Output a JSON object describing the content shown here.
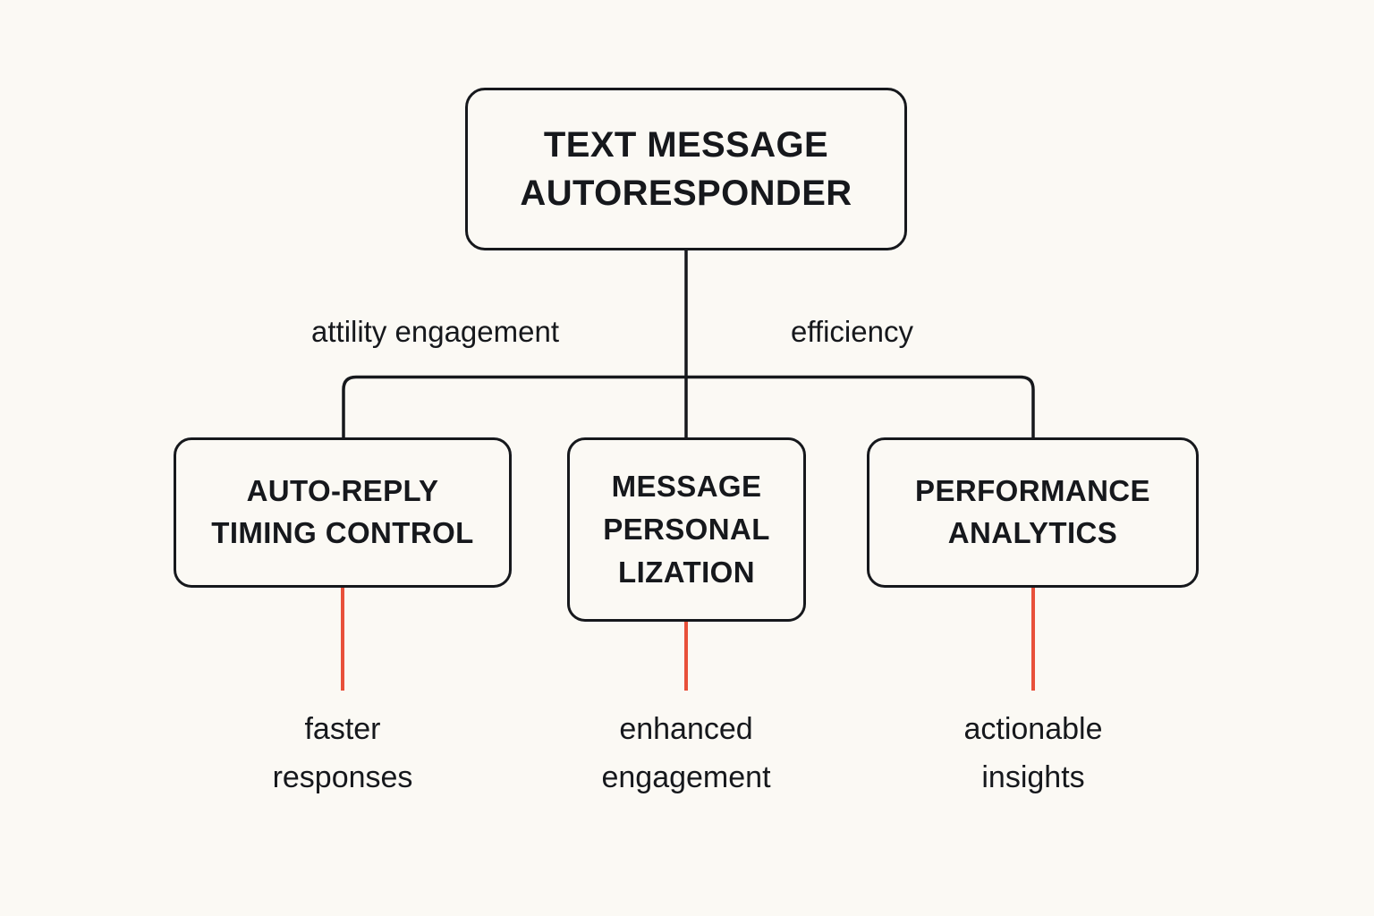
{
  "diagram": {
    "title": "Text Message Autoresponder mind map",
    "background_color": "#FBF9F4",
    "stroke_color": "#16181C",
    "accent_color": "#E8503A",
    "root": {
      "id": "root",
      "line1": "TEXT MESSAGE",
      "line2": "AUTORESPONDER"
    },
    "edge_labels": [
      {
        "id": "left",
        "text": "attility engagement"
      },
      {
        "id": "right",
        "text": "efficiency"
      }
    ],
    "branches": [
      {
        "id": "auto-reply-timing-control",
        "line1": "AUTO-REPLY",
        "line2": "TIMING CONTROL",
        "line3": ""
      },
      {
        "id": "message-personalization",
        "line1": "MESSAGE",
        "line2": "PERSONAL",
        "line3": "LIZATION"
      },
      {
        "id": "performance-analytics",
        "line1": "PERFORMANCE",
        "line2": "ANALYTICS",
        "line3": ""
      }
    ],
    "outcomes": [
      {
        "id": "faster-responses",
        "line1": "faster",
        "line2": "responses"
      },
      {
        "id": "enhanced-engagement",
        "line1": "enhanced",
        "line2": "engagement"
      },
      {
        "id": "actionable-insights",
        "line1": "actionable",
        "line2": "insights"
      }
    ]
  }
}
